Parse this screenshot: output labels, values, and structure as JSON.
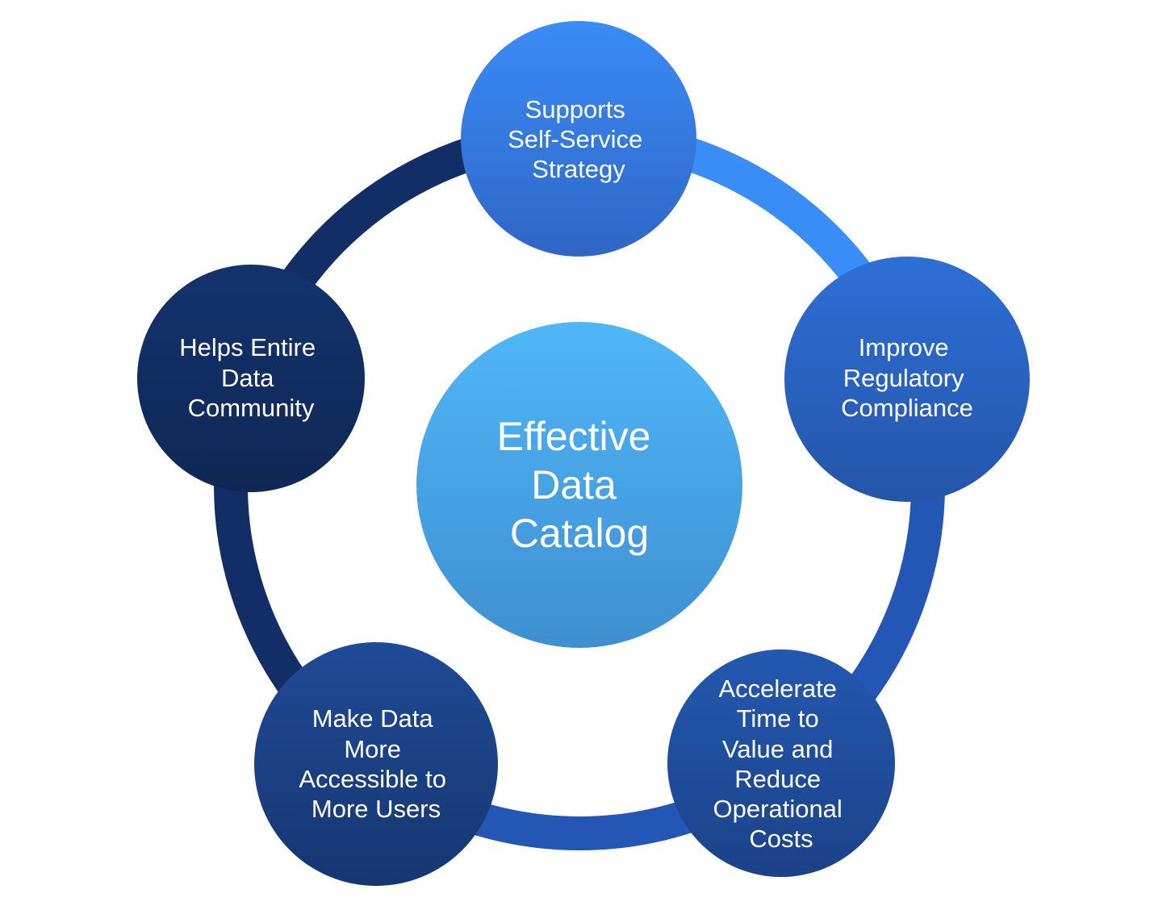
{
  "diagram": {
    "center": {
      "lines": [
        "Effective",
        "Data",
        "Catalog"
      ]
    },
    "nodes": [
      {
        "id": "self-service",
        "lines": [
          "Supports",
          "Self-Service",
          "Strategy"
        ],
        "gradient": [
          "#3a8cf6",
          "#2f66c6"
        ]
      },
      {
        "id": "compliance",
        "lines": [
          "Improve",
          "Regulatory",
          "Compliance"
        ],
        "gradient": [
          "#2d6fd7",
          "#2555a8"
        ]
      },
      {
        "id": "time-to-value",
        "lines": [
          "Accelerate",
          "Time to",
          "Value and",
          "Reduce",
          "Operational",
          "Costs"
        ],
        "gradient": [
          "#2358b0",
          "#1b4288"
        ]
      },
      {
        "id": "accessible",
        "lines": [
          "Make Data",
          "More",
          "Accessible to",
          "More Users"
        ],
        "gradient": [
          "#1f4a96",
          "#163670"
        ]
      },
      {
        "id": "community",
        "lines": [
          "Helps Entire",
          "Data",
          "Community"
        ],
        "gradient": [
          "#13336e",
          "#0f2754"
        ]
      }
    ],
    "colors": {
      "ring_light": "#3a8cf6",
      "ring_mid": "#2456b6",
      "ring_dark": "#132e66",
      "center_top": "#4fb7f8",
      "center_bottom": "#3f8fd0"
    }
  }
}
